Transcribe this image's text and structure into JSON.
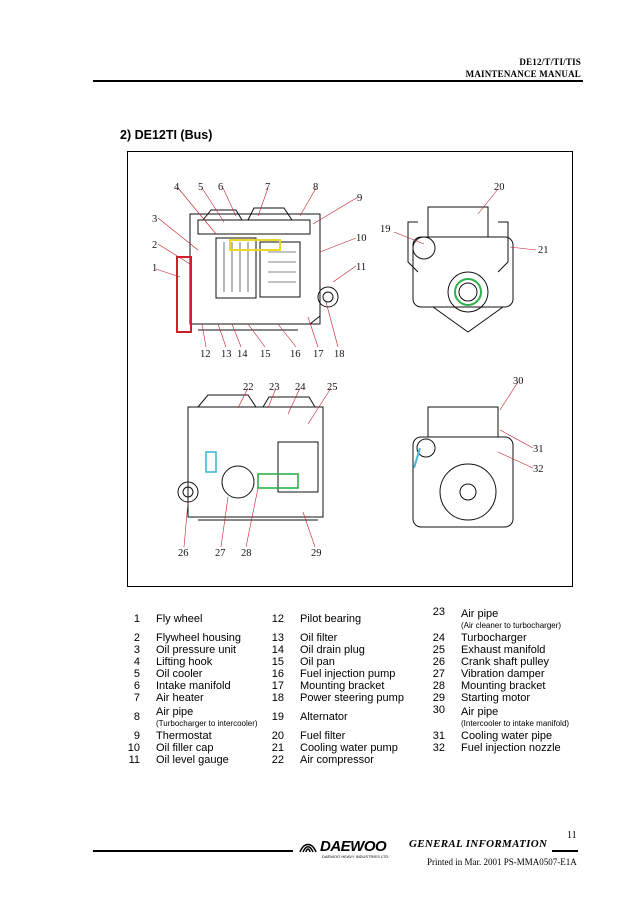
{
  "header": {
    "line1": "DE12/T/TI/TIS",
    "line2": "MAINTENANCE MANUAL"
  },
  "section_title": "2) DE12TI (Bus)",
  "figure": {
    "callouts_top_left": [
      "4",
      "5",
      "6",
      "7",
      "8",
      "9",
      "3",
      "10",
      "2",
      "1",
      "11",
      "12",
      "13",
      "14",
      "15",
      "16",
      "17",
      "18"
    ],
    "callouts_top_right": [
      "20",
      "19",
      "21"
    ],
    "callouts_bottom_left": [
      "22",
      "23",
      "24",
      "25",
      "26",
      "27",
      "28",
      "29"
    ],
    "callouts_bottom_right": [
      "30",
      "31",
      "32"
    ]
  },
  "parts_col1": [
    {
      "num": "1",
      "name": "Fly wheel"
    },
    {
      "num": "2",
      "name": "Flywheel housing"
    },
    {
      "num": "3",
      "name": "Oil pressure unit"
    },
    {
      "num": "4",
      "name": "Lifting hook"
    },
    {
      "num": "5",
      "name": "Oil cooler"
    },
    {
      "num": "6",
      "name": "Intake manifold"
    },
    {
      "num": "7",
      "name": "Air heater"
    },
    {
      "num": "8",
      "name": "Air pipe",
      "sub": "(Turbocharger to intercooler)"
    },
    {
      "num": "9",
      "name": "Thermostat"
    },
    {
      "num": "10",
      "name": "Oil filler cap"
    },
    {
      "num": "11",
      "name": "Oil level gauge"
    }
  ],
  "parts_col2": [
    {
      "num": "12",
      "name": "Pilot bearing"
    },
    {
      "num": "13",
      "name": "Oil filter"
    },
    {
      "num": "14",
      "name": "Oil drain plug"
    },
    {
      "num": "15",
      "name": "Oil pan"
    },
    {
      "num": "16",
      "name": "Fuel injection pump"
    },
    {
      "num": "17",
      "name": "Mounting bracket"
    },
    {
      "num": "18",
      "name": "Power steering pump"
    },
    {
      "num": "19",
      "name": "Alternator"
    },
    {
      "num": "20",
      "name": "Fuel filter"
    },
    {
      "num": "21",
      "name": "Cooling water pump"
    },
    {
      "num": "22",
      "name": "Air compressor"
    }
  ],
  "parts_col3": [
    {
      "num": "23",
      "name": "Air pipe",
      "sub": "(Air cleaner to turbocharger)"
    },
    {
      "num": "24",
      "name": "Turbocharger"
    },
    {
      "num": "25",
      "name": "Exhaust manifold"
    },
    {
      "num": "26",
      "name": "Crank shaft pulley"
    },
    {
      "num": "27",
      "name": "Vibration damper"
    },
    {
      "num": "28",
      "name": "Mounting bracket"
    },
    {
      "num": "29",
      "name": "Starting motor"
    },
    {
      "num": "30",
      "name": "Air pipe",
      "sub": "(Intercooler to intake manifold)"
    },
    {
      "num": "31",
      "name": "Cooling water pipe"
    },
    {
      "num": "32",
      "name": "Fuel injection nozzle"
    }
  ],
  "footer": {
    "page_number": "11",
    "section": "GENERAL INFORMATION",
    "printed": "Printed in Mar. 2001 PS-MMA0507-E1A",
    "logo_word": "DAEWOO",
    "logo_sub": "DAEWOO HEAVY INDUSTRIES LTD."
  },
  "colors": {
    "highlight_red": "#d0202a",
    "highlight_green": "#2bb24c",
    "highlight_cyan": "#3fb7d8",
    "highlight_yellow": "#e8d82a"
  }
}
